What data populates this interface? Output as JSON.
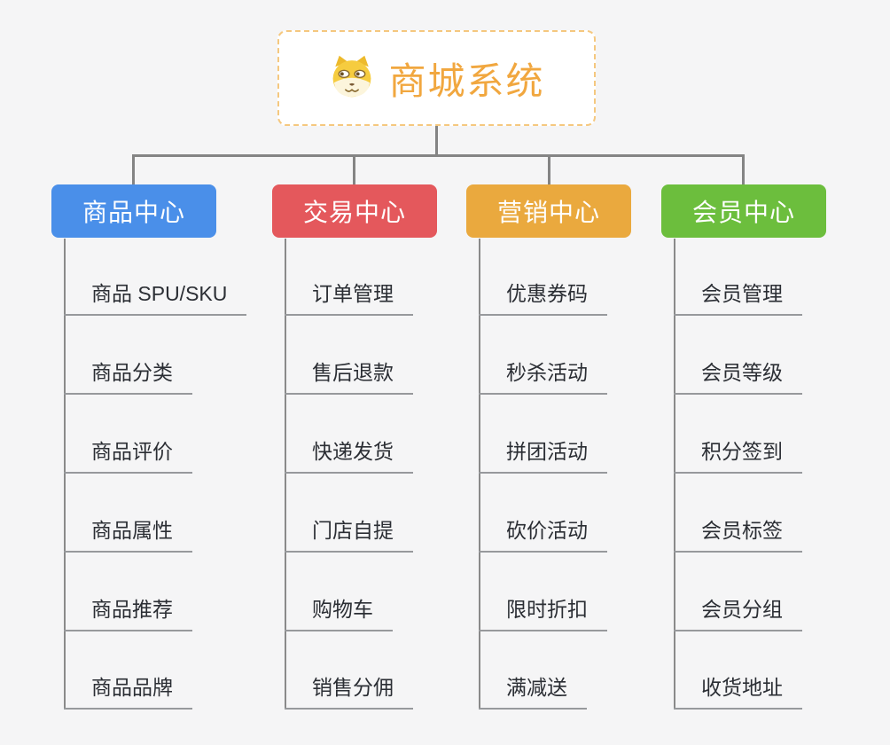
{
  "canvas": {
    "background": "#F5F5F6",
    "connector_color": "#848484"
  },
  "root": {
    "title": "商城系统",
    "icon": "dog-face-icon",
    "title_color": "#F1A73F",
    "border_color": "#F5C87F"
  },
  "branches": [
    {
      "label": "商品中心",
      "color": "#4A8FE9",
      "children": [
        "商品 SPU/SKU",
        "商品分类",
        "商品评价",
        "商品属性",
        "商品推荐",
        "商品品牌"
      ]
    },
    {
      "label": "交易中心",
      "color": "#E4585C",
      "children": [
        "订单管理",
        "售后退款",
        "快递发货",
        "门店自提",
        "购物车",
        "销售分佣"
      ]
    },
    {
      "label": "营销中心",
      "color": "#EAA93E",
      "children": [
        "优惠券码",
        "秒杀活动",
        "拼团活动",
        "砍价活动",
        "限时折扣",
        "满减送"
      ]
    },
    {
      "label": "会员中心",
      "color": "#6CBE3D",
      "children": [
        "会员管理",
        "会员等级",
        "积分签到",
        "会员标签",
        "会员分组",
        "收货地址"
      ]
    }
  ]
}
